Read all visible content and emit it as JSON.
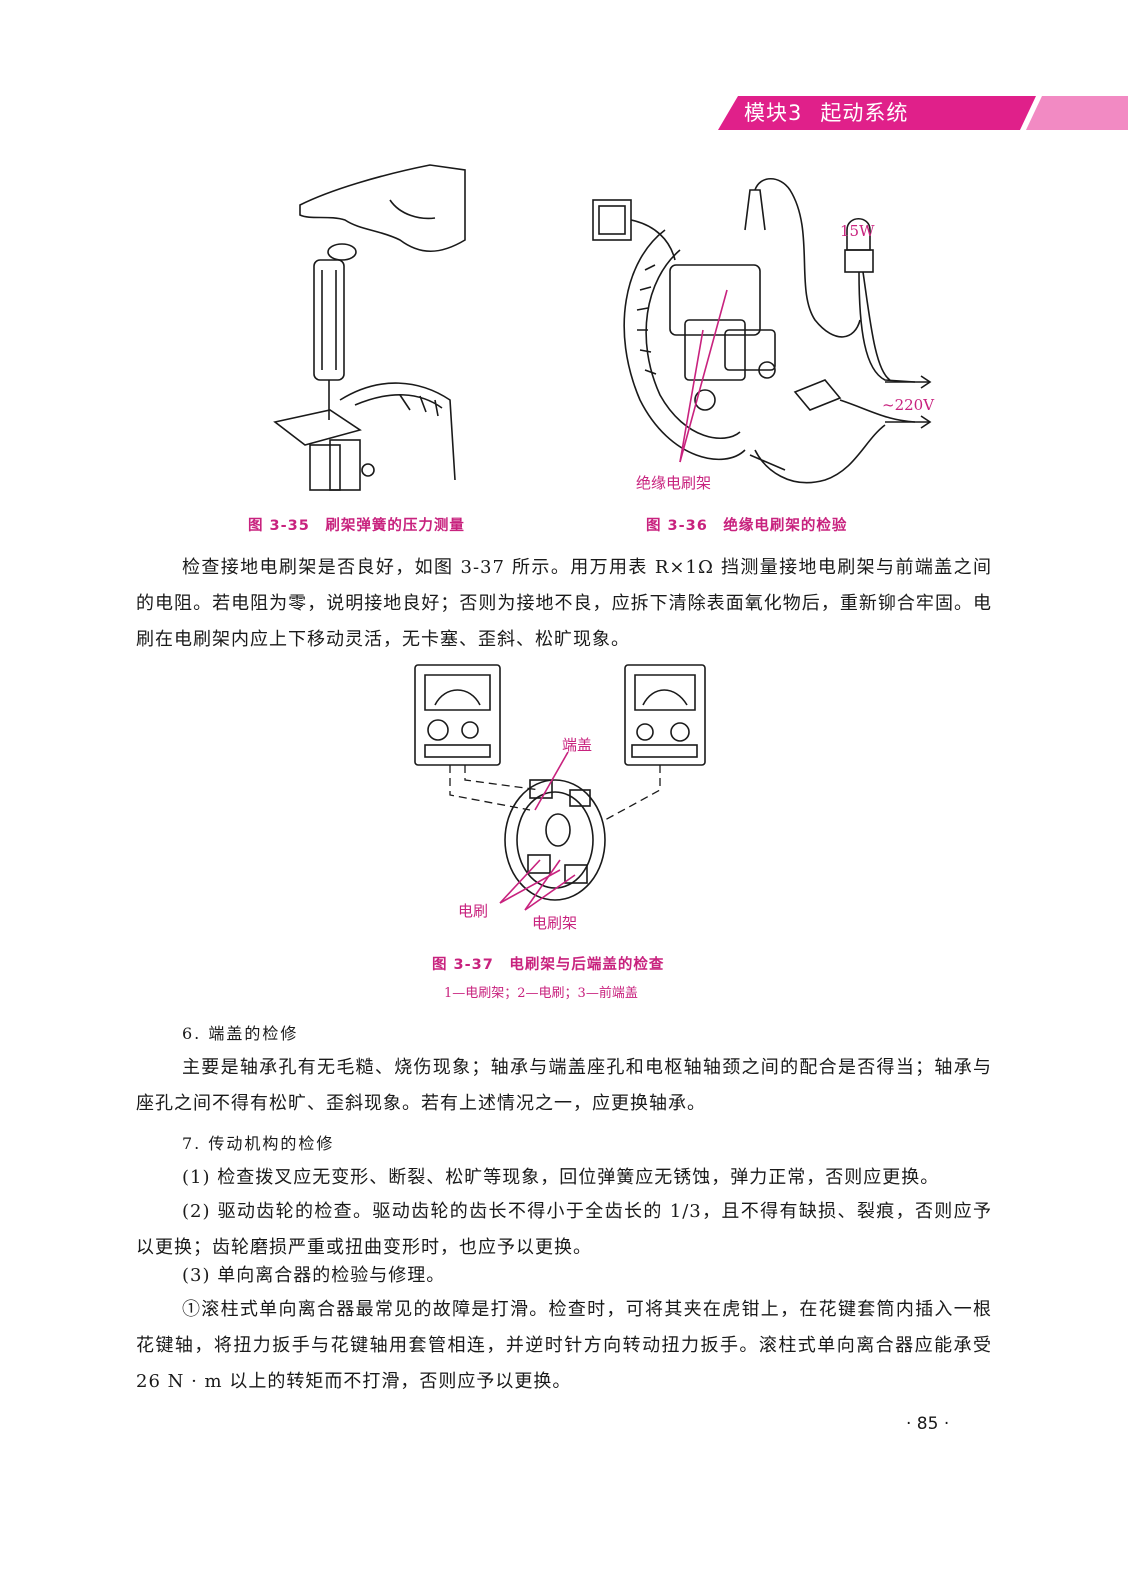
{
  "header": {
    "module": "模块3",
    "title": "起动系统",
    "color_main": "#e0208a",
    "color_light": "#f28ac3"
  },
  "figures": {
    "fig35": {
      "caption": "图 3-35　刷架弹簧的压力测量"
    },
    "fig36": {
      "caption": "图 3-36　绝缘电刷架的检验",
      "label_lamp": "15W",
      "label_voltage": "~220V",
      "label_brush": "绝缘电刷架"
    },
    "fig37": {
      "caption": "图 3-37　电刷架与后端盖的检查",
      "subcaption": "1—电刷架；2—电刷；3—前端盖",
      "label_cover": "端盖",
      "label_brush": "电刷",
      "label_holder": "电刷架"
    }
  },
  "text": {
    "p1": "检查接地电刷架是否良好，如图 3-37 所示。用万用表 R×1Ω 挡测量接地电刷架与前端盖之间的电阻。若电阻为零，说明接地良好；否则为接地不良，应拆下清除表面氧化物后，重新铆合牢固。电刷在电刷架内应上下移动灵活，无卡塞、歪斜、松旷现象。",
    "h6": "6. 端盖的检修",
    "p2": "主要是轴承孔有无毛糙、烧伤现象；轴承与端盖座孔和电枢轴轴颈之间的配合是否得当；轴承与座孔之间不得有松旷、歪斜现象。若有上述情况之一，应更换轴承。",
    "h7": "7. 传动机构的检修",
    "p3": "(1) 检查拨叉应无变形、断裂、松旷等现象，回位弹簧应无锈蚀，弹力正常，否则应更换。",
    "p4": "(2) 驱动齿轮的检查。驱动齿轮的齿长不得小于全齿长的 1/3，且不得有缺损、裂痕，否则应予以更换；齿轮磨损严重或扭曲变形时，也应予以更换。",
    "p5": "(3) 单向离合器的检验与修理。",
    "p6": "①滚柱式单向离合器最常见的故障是打滑。检查时，可将其夹在虎钳上，在花键套筒内插入一根花键轴，将扭力扳手与花键轴用套管相连，并逆时针方向转动扭力扳手。滚柱式单向离合器应能承受 26 N · m 以上的转矩而不打滑，否则应予以更换。"
  },
  "page_number": "· 85 ·"
}
